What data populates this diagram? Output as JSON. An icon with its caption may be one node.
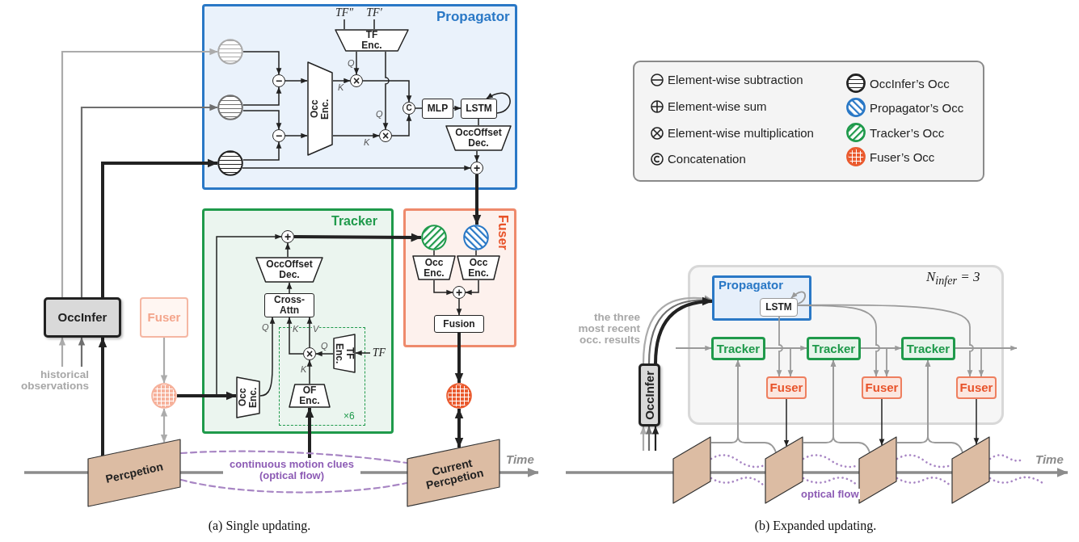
{
  "diagram": {
    "nodes": [
      {
        "text": [
          "Propagator"
        ]
      },
      {
        "text": [
          "TF″"
        ],
        "in": 0
      },
      {
        "text": [
          "TF′"
        ],
        "in": 0
      },
      {
        "text": [
          "TF Enc."
        ],
        "in": 0
      },
      {
        "text": [],
        "shape": "circle",
        "in": 0
      },
      {
        "text": [
          "−"
        ],
        "in": 0
      },
      {
        "text": [
          "Occ Enc."
        ],
        "in": 0
      },
      {
        "text": [
          "×"
        ],
        "in": 0
      },
      {
        "text": [],
        "shape": "circle",
        "in": 0
      },
      {
        "text": [
          "C"
        ],
        "in": 0
      },
      {
        "text": [
          "MLP"
        ],
        "in": 0
      },
      {
        "text": [
          "LSTM"
        ],
        "in": 0
      },
      {
        "text": [
          "−"
        ],
        "in": 0
      },
      {
        "text": [
          "×"
        ],
        "in": 0
      },
      {
        "text": [
          "OccOffset Dec."
        ],
        "in": 0
      },
      {
        "text": [],
        "shape": "circle",
        "in": 0
      },
      {
        "text": [
          "+"
        ],
        "in": 0
      },
      {
        "text": [
          "Tracker"
        ]
      },
      {
        "text": [
          "+"
        ],
        "in": 17
      },
      {
        "text": [
          "OccOffset Dec."
        ],
        "in": 17
      },
      {
        "text": [
          "Cross-Attn"
        ],
        "in": 17
      },
      {
        "text": [
          "×6"
        ],
        "in": 17
      },
      {
        "text": [
          "TF Enc."
        ],
        "in": 21
      },
      {
        "text": [
          "TF"
        ],
        "in": 17
      },
      {
        "text": [
          "×"
        ],
        "in": 21
      },
      {
        "text": [
          "Occ Enc."
        ],
        "in": 17
      },
      {
        "text": [
          "OF Enc."
        ],
        "in": 21
      },
      {
        "text": [
          "Fuser"
        ]
      },
      {
        "text": [],
        "shape": "circle",
        "in": 27
      },
      {
        "text": [],
        "shape": "circle",
        "in": 27
      },
      {
        "text": [
          "Occ Enc."
        ],
        "in": 27
      },
      {
        "text": [
          "Occ Enc."
        ],
        "in": 27
      },
      {
        "text": [
          "+"
        ],
        "in": 27
      },
      {
        "text": [
          "Fusion"
        ],
        "in": 27
      },
      {
        "text": [
          "OccInfer"
        ]
      },
      {
        "text": [
          "Fuser"
        ]
      },
      {
        "text": [
          "historical observations"
        ]
      },
      {
        "text": [],
        "shape": "circle"
      },
      {
        "text": [],
        "shape": "circle"
      },
      {
        "text": [
          "Percpetion"
        ]
      },
      {
        "text": [
          "continuous motion clues (optical flow)"
        ]
      },
      {
        "text": [
          "Current Percpetion"
        ]
      },
      {
        "text": [
          "N$_{infer}$ = 3"
        ]
      },
      {
        "text": [
          "Propagator"
        ],
        "in": 42
      },
      {
        "text": [
          "LSTM"
        ],
        "in": 43
      },
      {
        "text": [
          "OccInfer"
        ]
      },
      {
        "text": [
          "Tracker"
        ],
        "in": 42
      },
      {
        "text": [
          "Tracker"
        ],
        "in": 42
      },
      {
        "text": [
          "Tracker"
        ],
        "in": 42
      },
      {
        "text": [
          "Fuser"
        ],
        "in": 42
      },
      {
        "text": [
          "Fuser"
        ],
        "in": 42
      },
      {
        "text": [
          "Fuser"
        ],
        "in": 42
      },
      {
        "text": [],
        "shape": "parallelogram"
      },
      {
        "text": [],
        "shape": "parallelogram"
      },
      {
        "text": [],
        "shape": "parallelogram"
      },
      {
        "text": [],
        "shape": "parallelogram"
      }
    ],
    "edges": [
      {
        "from": 1,
        "to": 3,
        "arrow": "none"
      },
      {
        "from": 2,
        "to": 3,
        "arrow": "none"
      },
      {
        "from": 34,
        "to": 4,
        "arrow": "to",
        "color": "#ababab"
      },
      {
        "from": 34,
        "to": 8,
        "arrow": "to",
        "color": "#6f6f6f"
      },
      {
        "from": 34,
        "to": 15,
        "arrow": "to",
        "style": "thick"
      },
      {
        "from": 36,
        "to": 34,
        "arrow": "to",
        "color": "#ababab"
      },
      {
        "from": 36,
        "to": 34,
        "arrow": "to",
        "color": "#6f6f6f"
      },
      {
        "from": 39,
        "to": 34,
        "arrow": "to",
        "style": "thick"
      },
      {
        "from": 4,
        "to": 5,
        "arrow": "to"
      },
      {
        "from": 8,
        "to": 5,
        "arrow": "to"
      },
      {
        "from": 8,
        "to": 12,
        "arrow": "to"
      },
      {
        "from": 15,
        "to": 12,
        "arrow": "to"
      },
      {
        "from": 5,
        "to": 6,
        "arrow": "to"
      },
      {
        "from": 12,
        "to": 6,
        "arrow": "to"
      },
      {
        "from": 3,
        "to": 7,
        "arrow": "to",
        "label": "Q"
      },
      {
        "from": 6,
        "to": 7,
        "arrow": "to",
        "label": "K"
      },
      {
        "from": 3,
        "to": 13,
        "arrow": "to",
        "label": "Q"
      },
      {
        "from": 6,
        "to": 13,
        "arrow": "to",
        "label": "K"
      },
      {
        "from": 7,
        "to": 9,
        "arrow": "to"
      },
      {
        "from": 13,
        "to": 9,
        "arrow": "to"
      },
      {
        "from": 9,
        "to": 10,
        "arrow": "none"
      },
      {
        "from": 10,
        "to": 11,
        "arrow": "to"
      },
      {
        "from": 11,
        "to": 11,
        "arrow": "to"
      },
      {
        "from": 11,
        "to": 14,
        "arrow": "none"
      },
      {
        "from": 14,
        "to": 16,
        "arrow": "to"
      },
      {
        "from": 15,
        "to": 16,
        "arrow": "to"
      },
      {
        "from": 16,
        "to": 29,
        "arrow": "to",
        "style": "thick"
      },
      {
        "from": 35,
        "to": 37,
        "arrow": "to",
        "color": "#ababab"
      },
      {
        "from": 37,
        "to": 39,
        "arrow": "both",
        "color": "#ababab"
      },
      {
        "from": 37,
        "to": 25,
        "arrow": "to",
        "style": "thick"
      },
      {
        "from": 37,
        "to": 18,
        "arrow": "to"
      },
      {
        "from": 25,
        "to": 20,
        "arrow": "to",
        "label": "Q"
      },
      {
        "from": 24,
        "to": 20,
        "arrow": "to",
        "label": "K"
      },
      {
        "from": 24,
        "to": 20,
        "arrow": "to",
        "label": "V"
      },
      {
        "from": 23,
        "to": 22,
        "arrow": "to"
      },
      {
        "from": 22,
        "to": 24,
        "arrow": "to",
        "label": "Q"
      },
      {
        "from": 26,
        "to": 24,
        "arrow": "to",
        "label": "K"
      },
      {
        "from": 40,
        "to": 26,
        "arrow": "to",
        "style": "thick"
      },
      {
        "from": 20,
        "to": 19,
        "arrow": "to"
      },
      {
        "from": 19,
        "to": 18,
        "arrow": "to"
      },
      {
        "from": 18,
        "to": 28,
        "arrow": "to",
        "style": "thick"
      },
      {
        "from": 28,
        "to": 30,
        "arrow": "none"
      },
      {
        "from": 29,
        "to": 31,
        "arrow": "none"
      },
      {
        "from": 30,
        "to": 32,
        "arrow": "to"
      },
      {
        "from": 31,
        "to": 32,
        "arrow": "to"
      },
      {
        "from": 32,
        "to": 33,
        "arrow": "to"
      },
      {
        "from": 33,
        "to": 38,
        "arrow": "to",
        "style": "thick"
      },
      {
        "from": 38,
        "to": 41,
        "arrow": "both",
        "style": "thick"
      },
      {
        "from": 39,
        "to": 41,
        "arrow": "none",
        "style": "dashed",
        "color": "#a886c4"
      },
      {
        "from": 39,
        "to": 41,
        "arrow": "none",
        "style": "dashed",
        "color": "#a886c4"
      },
      {
        "from": null,
        "to": 45,
        "arrow": "to",
        "color": "#ababab"
      },
      {
        "from": null,
        "to": 45,
        "arrow": "to",
        "color": "#6f6f6f"
      },
      {
        "from": null,
        "to": 45,
        "arrow": "to"
      },
      {
        "from": 45,
        "to": 43,
        "arrow": "to",
        "color": "#ababab"
      },
      {
        "from": 45,
        "to": 43,
        "arrow": "to",
        "color": "#6f6f6f"
      },
      {
        "from": 45,
        "to": 43,
        "arrow": "to",
        "style": "thick"
      },
      {
        "from": 44,
        "to": 44,
        "arrow": "to",
        "color": "#9a9a9a"
      },
      {
        "from": null,
        "to": 46,
        "arrow": "to",
        "color": "#9a9a9a"
      },
      {
        "from": 46,
        "to": 47,
        "arrow": "to",
        "color": "#9a9a9a"
      },
      {
        "from": 46,
        "to": 49,
        "arrow": "to",
        "color": "#9a9a9a"
      },
      {
        "from": 44,
        "to": 49,
        "arrow": "to",
        "color": "#9a9a9a"
      },
      {
        "from": 47,
        "to": 48,
        "arrow": "to",
        "color": "#9a9a9a"
      },
      {
        "from": 47,
        "to": 50,
        "arrow": "to",
        "color": "#9a9a9a"
      },
      {
        "from": 44,
        "to": 50,
        "arrow": "to",
        "color": "#9a9a9a"
      },
      {
        "from": 48,
        "to": null,
        "arrow": "to",
        "color": "#9a9a9a"
      },
      {
        "from": 48,
        "to": 51,
        "arrow": "to",
        "color": "#9a9a9a"
      },
      {
        "from": 44,
        "to": 51,
        "arrow": "to",
        "color": "#9a9a9a"
      },
      {
        "from": 52,
        "to": 46,
        "arrow": "to",
        "color": "#9a9a9a"
      },
      {
        "from": 53,
        "to": 46,
        "arrow": "to",
        "color": "#9a9a9a"
      },
      {
        "from": 53,
        "to": 47,
        "arrow": "to",
        "color": "#9a9a9a"
      },
      {
        "from": 54,
        "to": 47,
        "arrow": "to",
        "color": "#9a9a9a"
      },
      {
        "from": 54,
        "to": 48,
        "arrow": "to",
        "color": "#9a9a9a"
      },
      {
        "from": 55,
        "to": 48,
        "arrow": "to",
        "color": "#9a9a9a"
      },
      {
        "from": 49,
        "to": 53,
        "arrow": "to"
      },
      {
        "from": 50,
        "to": 54,
        "arrow": "to"
      },
      {
        "from": 51,
        "to": 55,
        "arrow": "to"
      },
      {
        "from": 52,
        "to": 53,
        "arrow": "none",
        "style": "dashed",
        "color": "#a886c4"
      },
      {
        "from": 52,
        "to": 53,
        "arrow": "none",
        "style": "dashed",
        "color": "#a886c4"
      },
      {
        "from": 53,
        "to": 54,
        "arrow": "none",
        "style": "dashed",
        "color": "#a886c4"
      },
      {
        "from": 53,
        "to": 54,
        "arrow": "none",
        "style": "dashed",
        "color": "#a886c4",
        "label": "optical flow"
      },
      {
        "from": 54,
        "to": 55,
        "arrow": "none",
        "style": "dashed",
        "color": "#a886c4"
      },
      {
        "from": 54,
        "to": 55,
        "arrow": "none",
        "style": "dashed",
        "color": "#a886c4"
      },
      {
        "from": 55,
        "to": null,
        "arrow": "none",
        "style": "dashed",
        "color": "#a886c4"
      },
      {
        "from": 55,
        "to": null,
        "arrow": "none",
        "style": "dashed",
        "color": "#a886c4"
      }
    ],
    "labels": [
      "Time",
      "(a) Single updating.",
      "the three most recent occ. results",
      "Time",
      "(b) Expanded updating."
    ],
    "legend": [
      {
        "text": "Element-wise subtraction"
      },
      {
        "text": "Element-wise sum"
      },
      {
        "text": "Element-wise multiplication"
      },
      {
        "text": "Concatenation"
      },
      {
        "text": "OccInfer’s Occ",
        "color": "#222222"
      },
      {
        "text": "Propagator’s Occ",
        "color": "#2a78c6"
      },
      {
        "text": "Tracker’s Occ",
        "color": "#1f9a4b"
      },
      {
        "text": "Fuser’s Occ",
        "color": "#ea5a2e"
      }
    ]
  }
}
